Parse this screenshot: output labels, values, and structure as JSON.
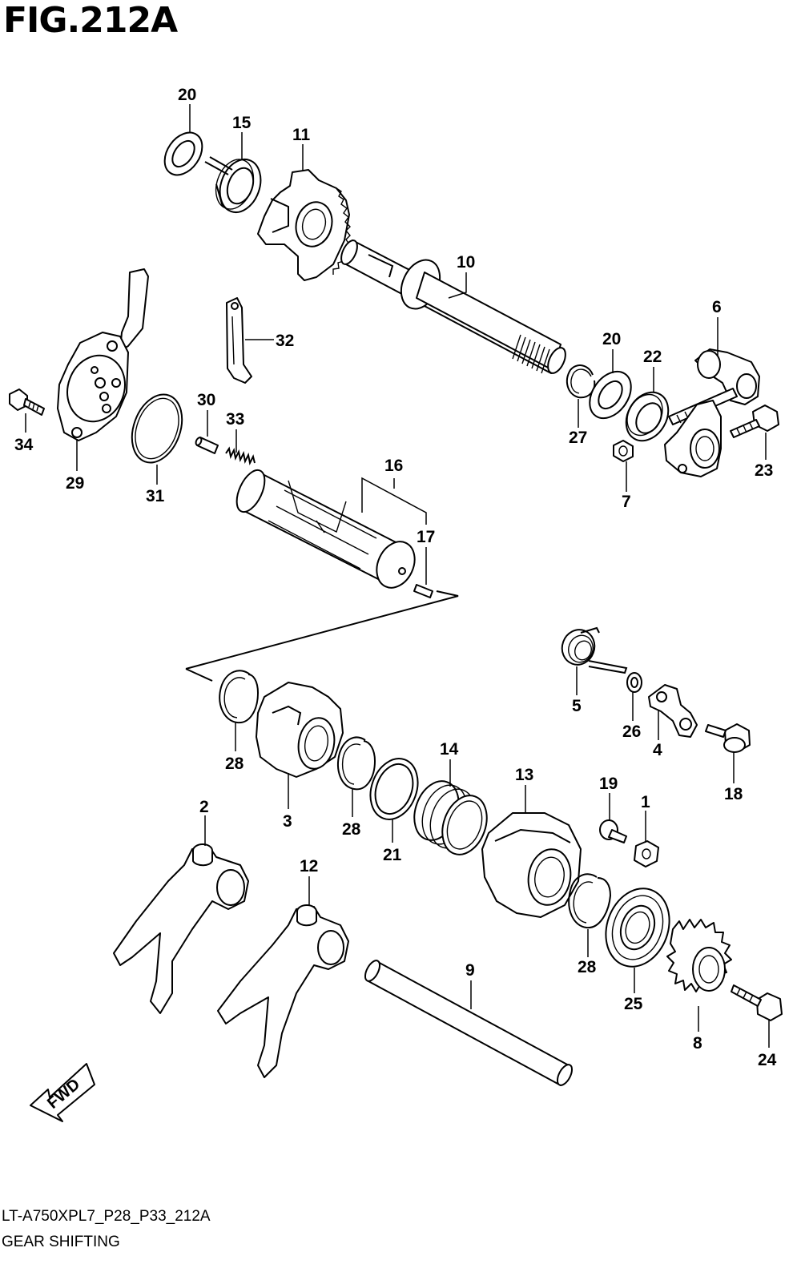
{
  "figure": {
    "title": "FIG.212A",
    "code": "LT-A750XPL7_P28_P33_212A",
    "name": "GEAR SHIFTING",
    "direction_label": "FWD"
  },
  "callouts": [
    {
      "id": "c20a",
      "label": "20"
    },
    {
      "id": "c15",
      "label": "15"
    },
    {
      "id": "c11",
      "label": "11"
    },
    {
      "id": "c10",
      "label": "10"
    },
    {
      "id": "c6",
      "label": "6"
    },
    {
      "id": "c32",
      "label": "32"
    },
    {
      "id": "c20b",
      "label": "20"
    },
    {
      "id": "c22",
      "label": "22"
    },
    {
      "id": "c27",
      "label": "27"
    },
    {
      "id": "c23",
      "label": "23"
    },
    {
      "id": "c7",
      "label": "7"
    },
    {
      "id": "c34",
      "label": "34"
    },
    {
      "id": "c29",
      "label": "29"
    },
    {
      "id": "c31",
      "label": "31"
    },
    {
      "id": "c30",
      "label": "30"
    },
    {
      "id": "c33",
      "label": "33"
    },
    {
      "id": "c16",
      "label": "16"
    },
    {
      "id": "c17",
      "label": "17"
    },
    {
      "id": "c5",
      "label": "5"
    },
    {
      "id": "c26",
      "label": "26"
    },
    {
      "id": "c4",
      "label": "4"
    },
    {
      "id": "c18",
      "label": "18"
    },
    {
      "id": "c28a",
      "label": "28"
    },
    {
      "id": "c3",
      "label": "3"
    },
    {
      "id": "c28b",
      "label": "28"
    },
    {
      "id": "c21",
      "label": "21"
    },
    {
      "id": "c14",
      "label": "14"
    },
    {
      "id": "c13",
      "label": "13"
    },
    {
      "id": "c19",
      "label": "19"
    },
    {
      "id": "c1",
      "label": "1"
    },
    {
      "id": "c2",
      "label": "2"
    },
    {
      "id": "c12",
      "label": "12"
    },
    {
      "id": "c9",
      "label": "9"
    },
    {
      "id": "c28c",
      "label": "28"
    },
    {
      "id": "c25",
      "label": "25"
    },
    {
      "id": "c8",
      "label": "8"
    },
    {
      "id": "c24",
      "label": "24"
    }
  ]
}
